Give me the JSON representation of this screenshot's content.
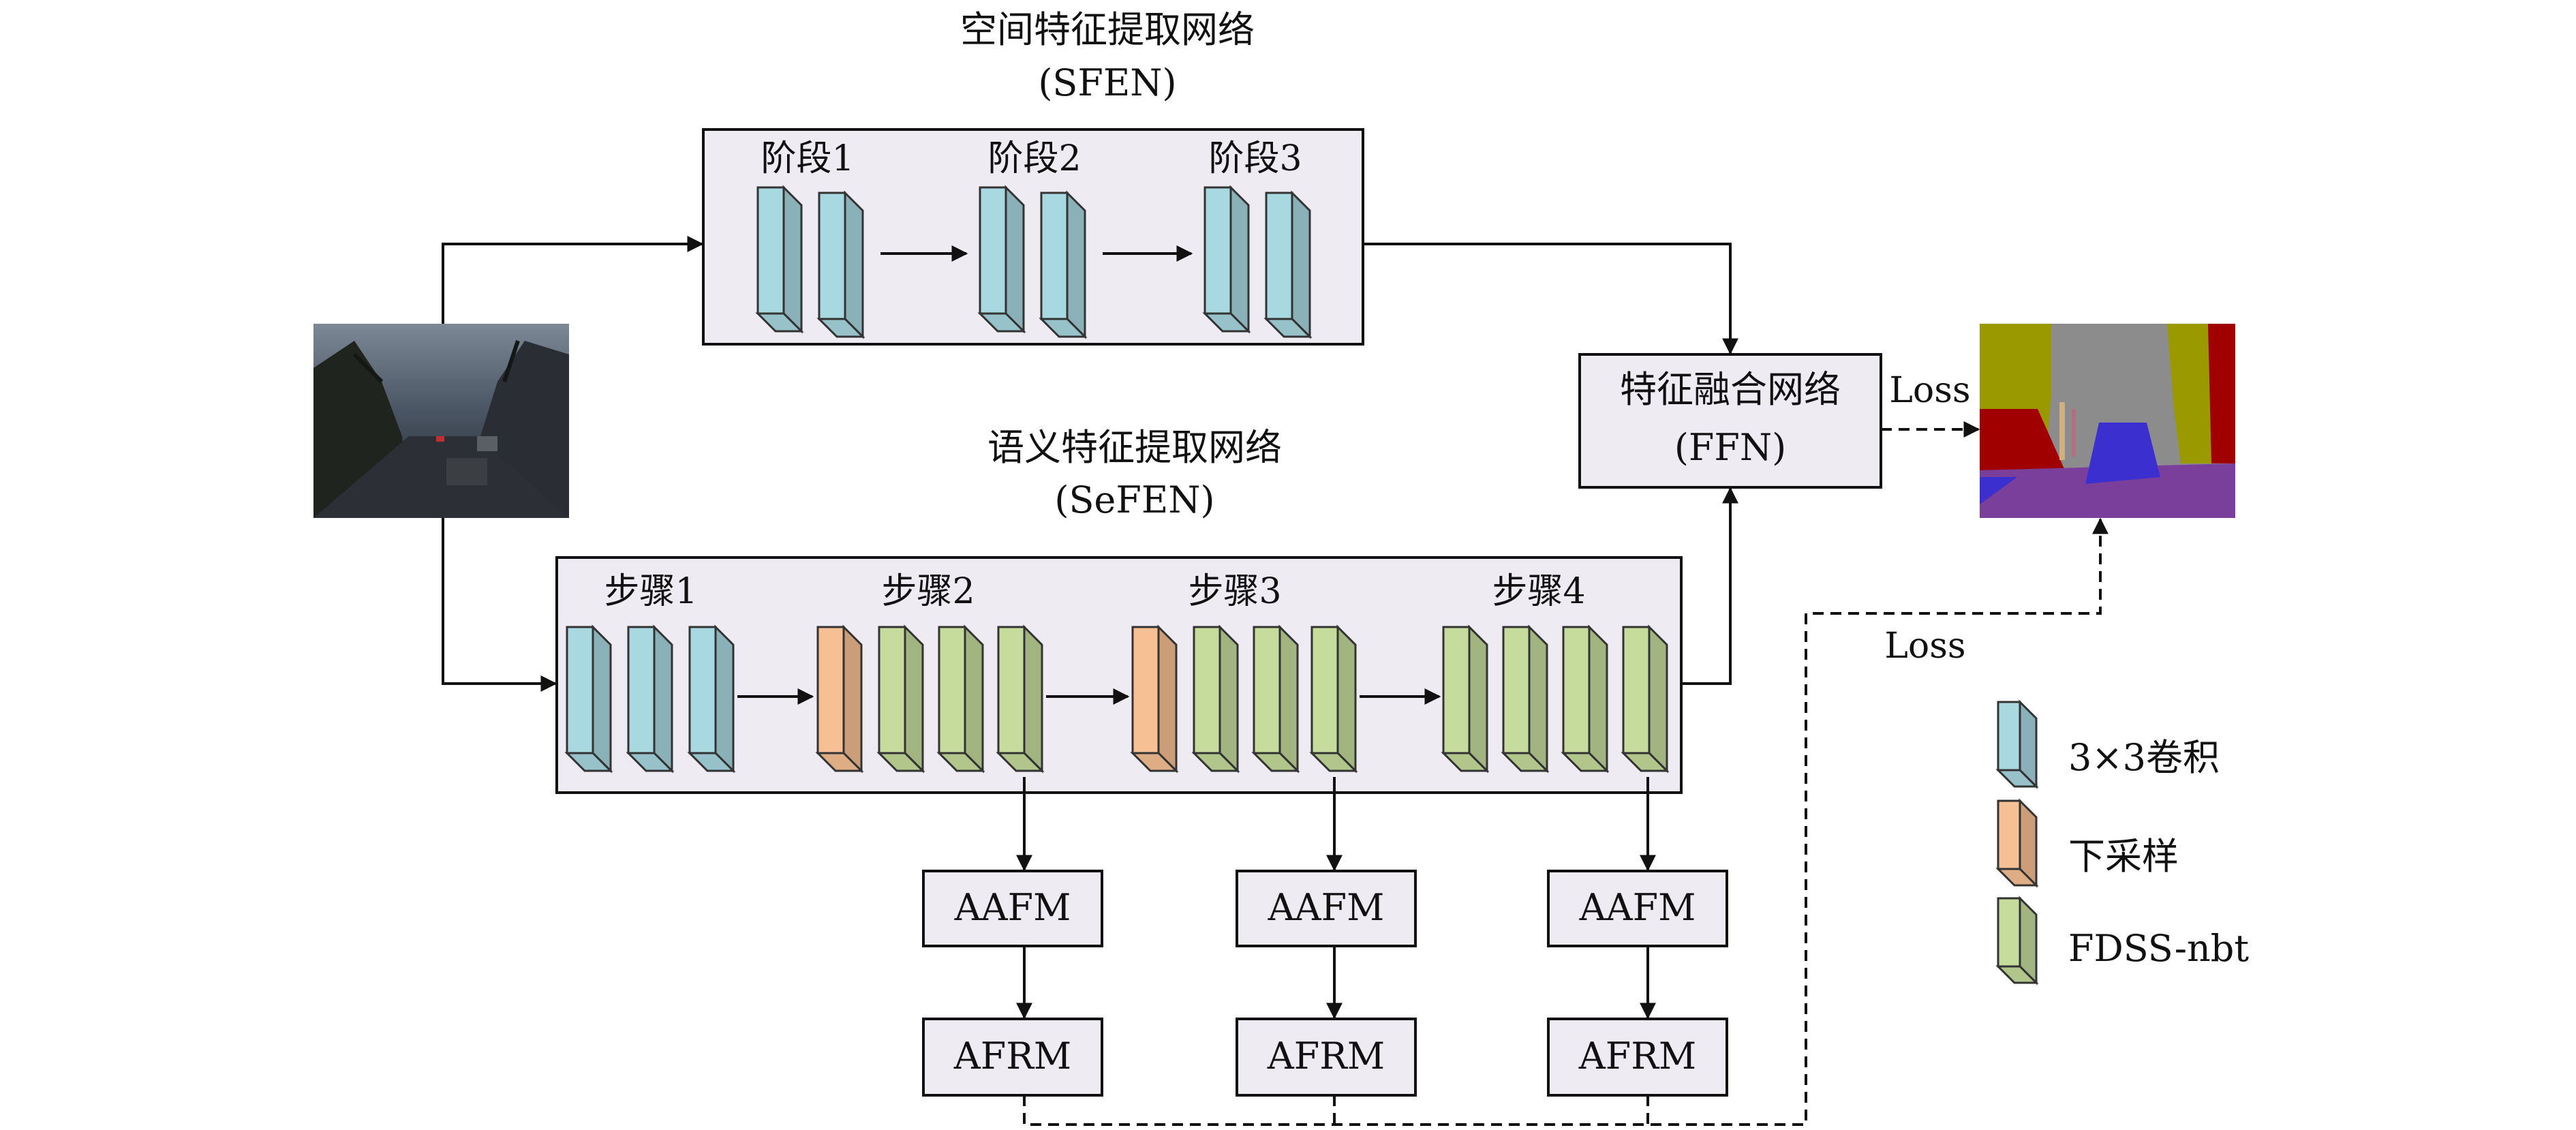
{
  "sfen": {
    "title": "空间特征提取网络",
    "abbr": "(SFEN)",
    "stages": [
      "阶段1",
      "阶段2",
      "阶段3"
    ]
  },
  "sefen": {
    "title": "语义特征提取网络",
    "abbr": "(SeFEN)",
    "steps": [
      "步骤1",
      "步骤2",
      "步骤3",
      "步骤4"
    ]
  },
  "ffn": {
    "title": "特征融合网络",
    "abbr": "(FFN)"
  },
  "aafm_label": "AAFM",
  "afrm_label": "AFRM",
  "loss_label": "Loss",
  "legend": {
    "items": [
      {
        "label": "3×3卷积",
        "color": "#a8d8e0"
      },
      {
        "label": "下采样",
        "color": "#f7bf94"
      },
      {
        "label": "FDSS-nbt",
        "color": "#c6dc9c"
      }
    ]
  },
  "colors": {
    "conv": "#a8d8e0",
    "downsample": "#f7bf94",
    "fdss": "#c6dc9c",
    "frame_fill": "#eeebf2",
    "seg_gray": "#8c8c8c",
    "seg_olive": "#9a9a00",
    "seg_red": "#a00000",
    "seg_purple": "#7a3f9a",
    "seg_blue": "#3b2fd0"
  }
}
